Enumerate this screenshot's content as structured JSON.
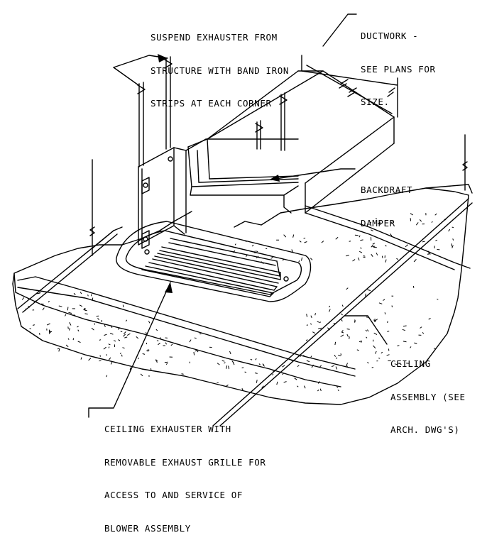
{
  "notes": {
    "suspend": [
      "SUSPEND EXHAUSTER FROM",
      "STRUCTURE WITH BAND IRON",
      "STRIPS AT EACH CORNER"
    ],
    "ductwork": [
      "DUCTWORK -",
      "SEE PLANS FOR",
      "SIZE."
    ],
    "backdraft": [
      "BACKDRAFT",
      "DAMPER"
    ],
    "ceiling": [
      "CEILING",
      "ASSEMBLY (SEE",
      "ARCH. DWG'S)"
    ],
    "exhauster": [
      "CEILING EXHAUSTER WITH",
      "REMOVABLE EXHAUST GRILLE FOR",
      "ACCESS TO AND SERVICE OF",
      "BLOWER ASSEMBLY"
    ]
  }
}
